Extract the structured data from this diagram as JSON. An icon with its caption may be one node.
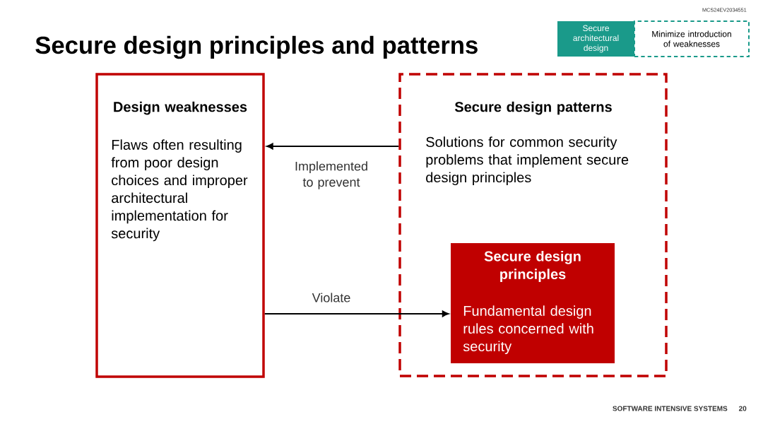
{
  "diagram": {
    "title": "Secure design principles and patterns",
    "nodes": [
      {
        "text": [
          "Design weaknesses",
          "Flaws often resulting from poor design choices and improper architectural implementation for security"
        ]
      },
      {
        "text": [
          "Secure design patterns",
          "Solutions for common security problems that implement secure design principles"
        ]
      },
      {
        "text": [
          "Secure design principles",
          "Fundamental design rules concerned with security"
        ],
        "in": 1
      },
      {
        "text": [
          "Secure architectural design"
        ]
      },
      {
        "text": [
          "Minimize introduction of weaknesses"
        ]
      }
    ],
    "edges": [
      {
        "from": 1,
        "to": 0,
        "arrow": "to",
        "label": "Implemented to prevent"
      },
      {
        "from": 0,
        "to": 2,
        "arrow": "to",
        "label": "Violate"
      }
    ],
    "labels": [
      "MCS24EV2034551",
      "SOFTWARE INTENSIVE SYSTEMS",
      "20"
    ]
  }
}
